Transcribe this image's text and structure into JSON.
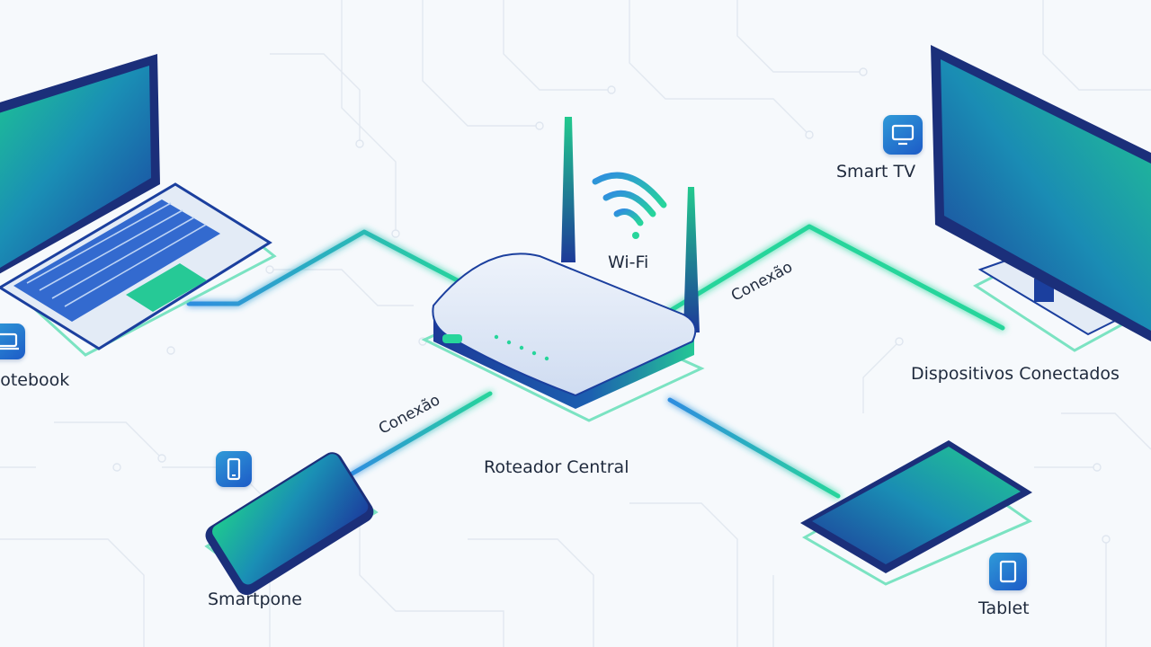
{
  "labels": {
    "notebook": "Notebook",
    "smartphone": "Smartpone",
    "router": "Roteador Central",
    "wifi": "Wi-Fi",
    "smart_tv": "Smart TV",
    "connected_devices": "Dispositivos Conectados",
    "tablet": "Tablet"
  },
  "connections": {
    "left": "Conexão",
    "right": "Conexão"
  },
  "colors": {
    "background": "#f6f9fc",
    "accent_green": "#27d59b",
    "accent_blue": "#1f5ccb",
    "navy": "#1c3a8a",
    "circuit": "#e2e8f0"
  },
  "icons": [
    "laptop-icon",
    "smartphone-icon",
    "tv-icon",
    "tablet-icon",
    "wifi-icon",
    "router-icon"
  ]
}
